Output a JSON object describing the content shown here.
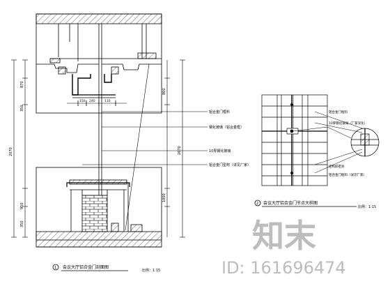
{
  "drawing": {
    "detail_left": {
      "index": "1",
      "title": "会议大厅铝合金门剖面图",
      "scale": "比例：1:15"
    },
    "detail_right": {
      "index": "2",
      "title": "会议大厅铝合金门节点大样图",
      "scale": "比例：1:15"
    },
    "dimensions_left": [
      "870",
      "350",
      "2070",
      "950",
      "350"
    ],
    "dimensions_mid": [
      "2670",
      "800",
      "1000"
    ],
    "dimensions_top": [
      "150",
      "240",
      "110"
    ],
    "callouts_left": [
      "铝合金门框料",
      "钢化玻璃（铝合金框）",
      "10厚钢化玻璃",
      "铝合金门型材（详见厂家）"
    ],
    "callouts_right": [
      "铝合金门框料",
      "10厚钢化玻璃（厂家深化）",
      "结构胶密封",
      "铝合金门框料（详见厂家）"
    ]
  },
  "watermark": {
    "logo_text": "知末",
    "id_text": "ID: 161696474"
  }
}
